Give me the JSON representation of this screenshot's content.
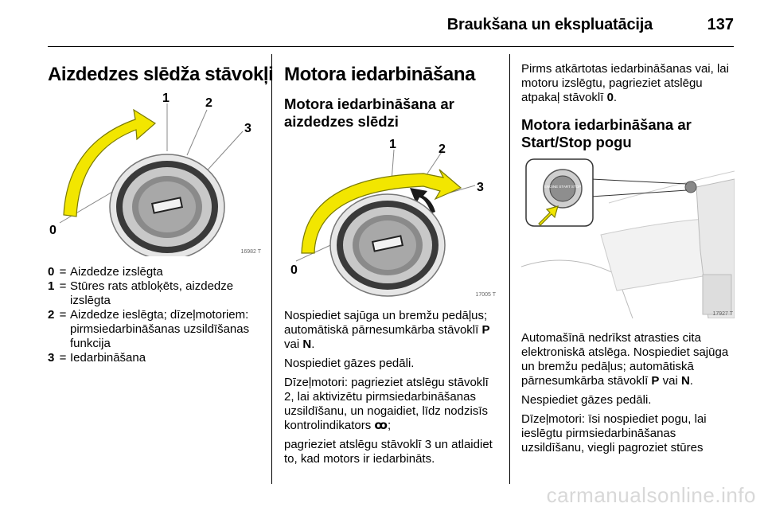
{
  "header": {
    "title": "Braukšana un ekspluatācija",
    "page_number": "137"
  },
  "left": {
    "heading": "Aizdedzes slēdža stāvokļi",
    "figure": {
      "code": "16982 T",
      "labels": {
        "zero": "0",
        "one": "1",
        "two": "2",
        "three": "3"
      }
    },
    "legend": [
      {
        "key": "0",
        "eq": "=",
        "text": "Aizdedze izslēgta"
      },
      {
        "key": "1",
        "eq": "=",
        "text": "Stūres rats atbloķēts, aizdedze izslēgta"
      },
      {
        "key": "2",
        "eq": "=",
        "text": "Aizdedze ieslēgta; dīzeļmotoriem: pirmsiedarbināšanas uzsildīšanas funkcija"
      },
      {
        "key": "3",
        "eq": "=",
        "text": "Iedarbināšana"
      }
    ]
  },
  "middle": {
    "heading": "Motora iedarbināšana",
    "subheading": "Motora iedarbināšana ar aizdedzes slēdzi",
    "figure": {
      "code": "17005 T",
      "labels": {
        "zero": "0",
        "one": "1",
        "two": "2",
        "three": "3"
      }
    },
    "para1": {
      "text": "Nospiediet sajūga un bremžu pedāļus; automātiskā pārnesumkārba stāvoklī ",
      "b1": "P",
      "mid": " vai ",
      "b2": "N",
      "end": "."
    },
    "para2": "Nospiediet gāzes pedāli.",
    "para3": {
      "text": "Dīzeļmotori: pagrieziet atslēgu stāvoklī 2, lai aktivizētu pirmsiedarbināšanas uzsildīšanu, un nogaidiet, līdz nodzisīs kontrolindikators ",
      "symbol": "ꝏ",
      "end": ";"
    },
    "para4": "pagrieziet atslēgu stāvoklī 3 un atlaidiet to, kad motors ir iedarbināts."
  },
  "right": {
    "para1": {
      "text": "Pirms atkārtotas iedarbināšanas vai, lai motoru izslēgtu, pagrieziet atslēgu atpakaļ stāvoklī ",
      "b1": "0",
      "end": "."
    },
    "heading": "Motora iedarbināšana ar Start/Stop pogu",
    "figure": {
      "code": "17927 T",
      "button_text": "ENGINE START STOP"
    },
    "para2": {
      "text": "Automašīnā nedrīkst atrasties cita elektroniskā atslēga. Nospiediet sajūga un bremžu pedāļus; automātiskā pārnesumkārba stāvoklī ",
      "b1": "P",
      "mid": " vai ",
      "b2": "N",
      "end": "."
    },
    "para3": "Nespiediet gāzes pedāli.",
    "para4": "Dīzeļmotori: īsi nospiediet pogu, lai ieslēgtu pirmsiedarbināšanas uzsildīšanu, viegli pagroziet stūres"
  },
  "watermark": "carmanualsonline.info",
  "colors": {
    "arrow_yellow": "#f2e600",
    "arrow_outline": "#7a7a00",
    "dial_dark": "#3a3a3a"
  }
}
